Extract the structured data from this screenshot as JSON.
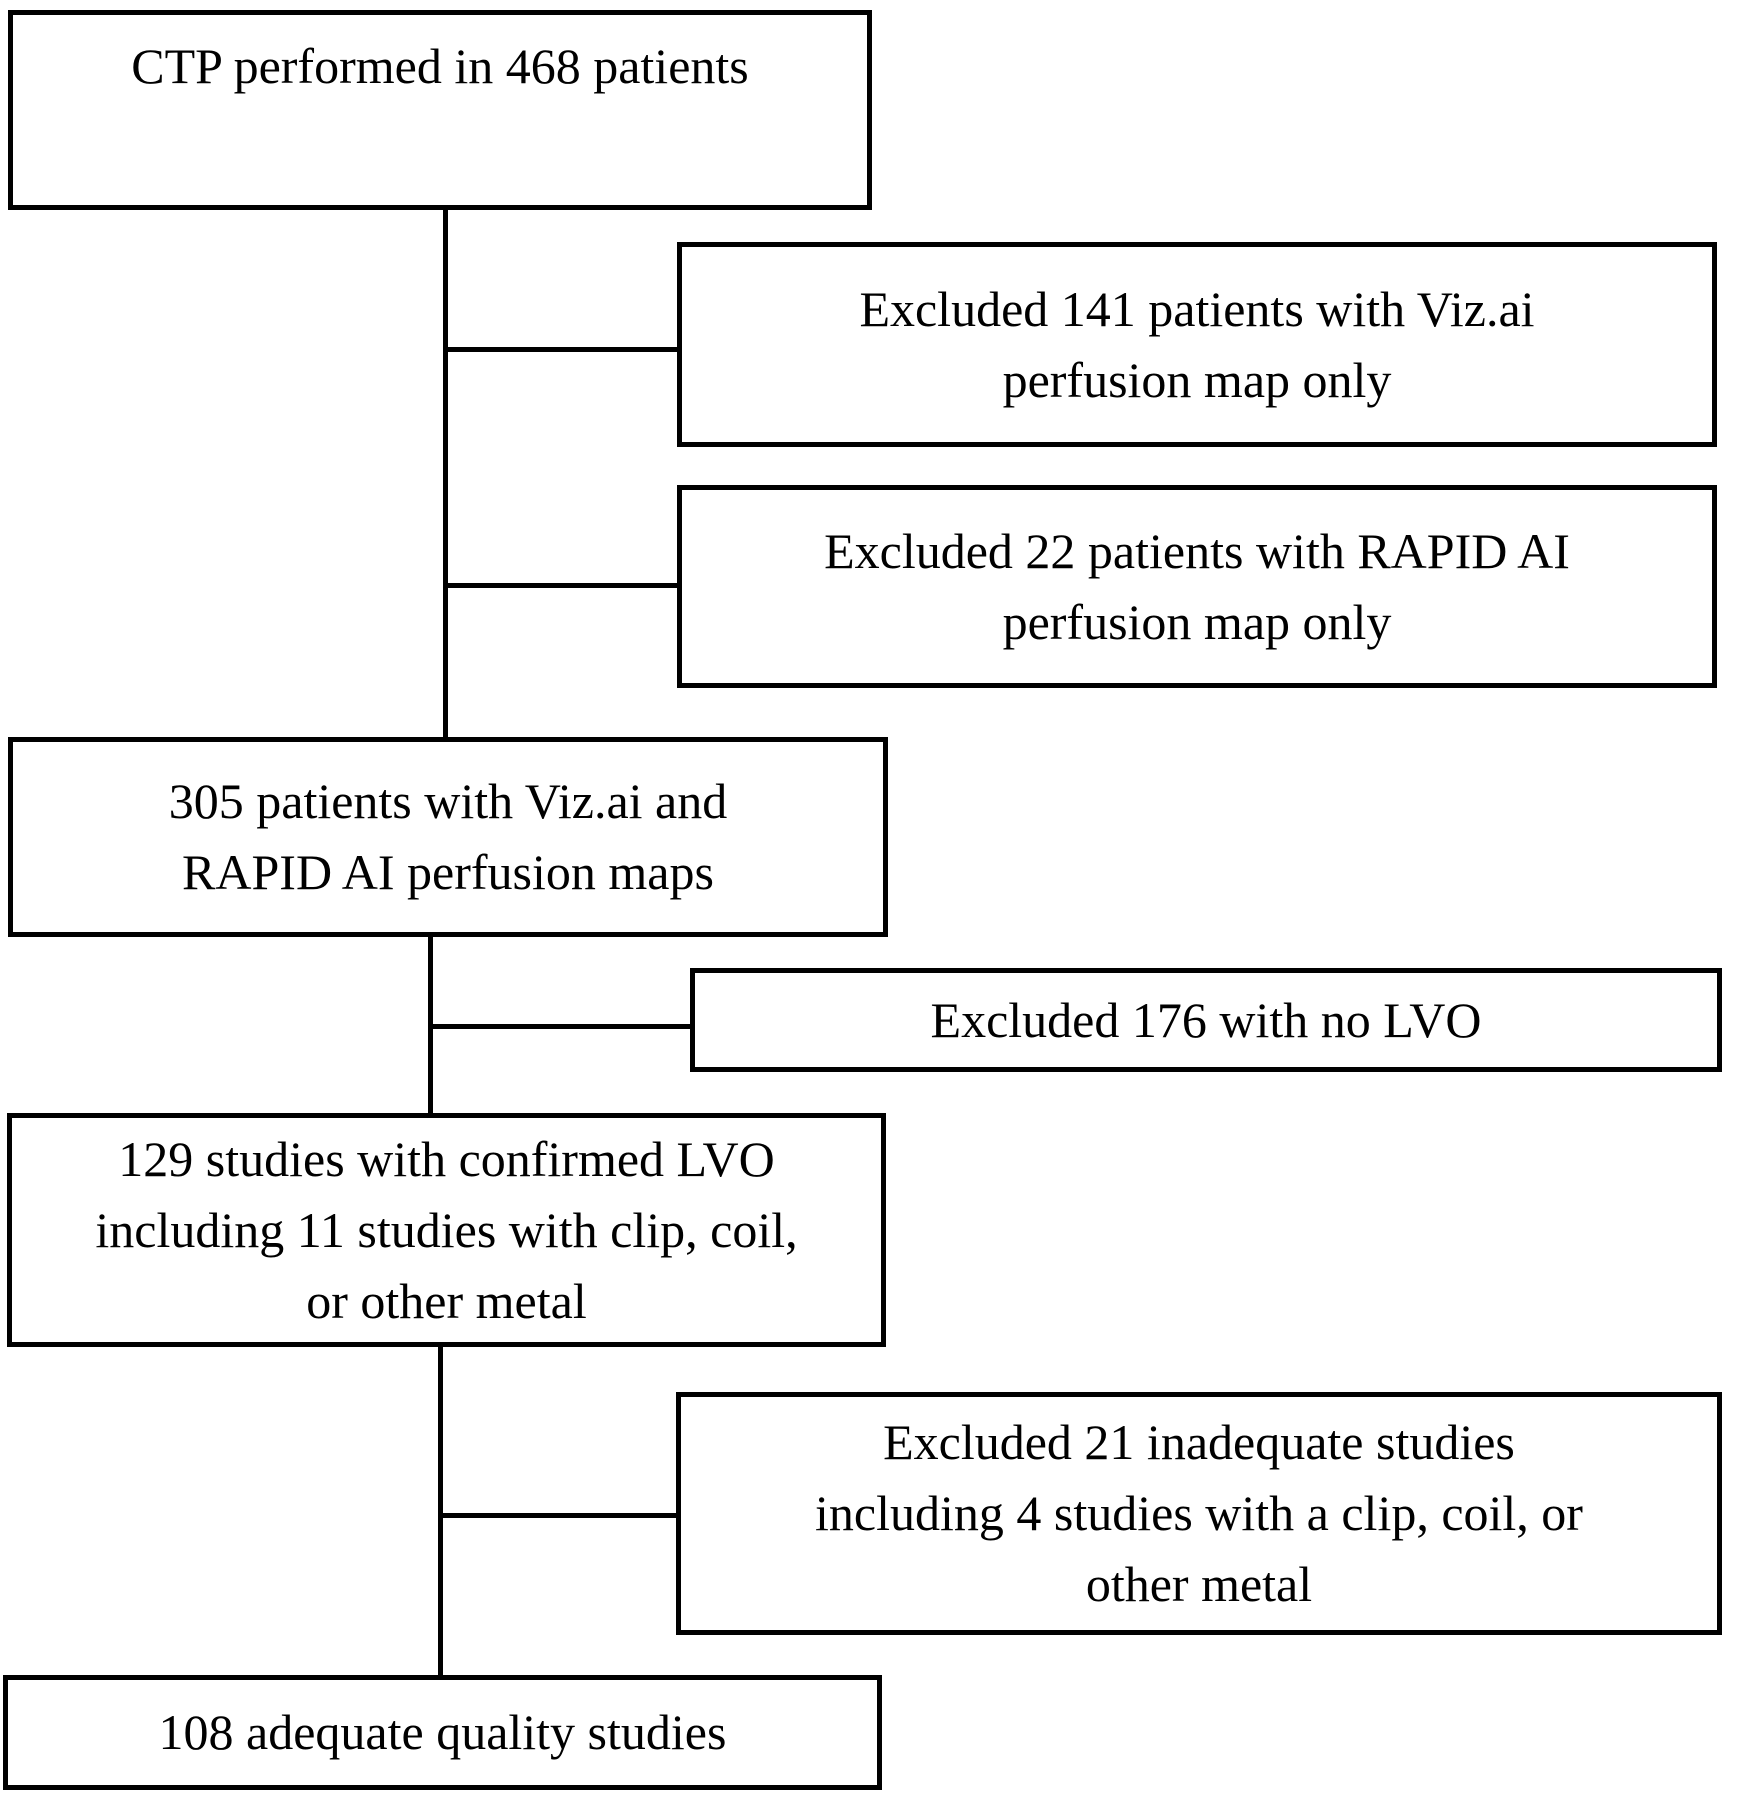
{
  "diagram": {
    "type": "flowchart",
    "colors": {
      "line": "#000000",
      "box_border": "#000000",
      "background": "#ffffff",
      "text": "#000000"
    },
    "boxes": {
      "ctp_performed": {
        "lines": [
          "CTP performed in 468 patients"
        ]
      },
      "excluded_viz_only": {
        "lines": [
          "Excluded 141 patients with Viz.ai",
          "perfusion map only"
        ]
      },
      "excluded_rapid_only": {
        "lines": [
          "Excluded 22 patients with RAPID AI",
          "perfusion map only"
        ]
      },
      "both_perfusion_maps": {
        "lines": [
          "305 patients with Viz.ai and",
          "RAPID AI perfusion maps"
        ]
      },
      "excluded_no_lvo": {
        "lines": [
          "Excluded 176 with no LVO"
        ]
      },
      "confirmed_lvo": {
        "lines": [
          "129 studies with confirmed LVO",
          "including 11 studies with clip, coil,",
          "or other metal"
        ]
      },
      "excluded_inadequate": {
        "lines": [
          "Excluded 21 inadequate studies",
          "including 4 studies with a clip, coil, or",
          "other metal"
        ]
      },
      "adequate_quality": {
        "lines": [
          "108 adequate quality studies"
        ]
      }
    }
  }
}
